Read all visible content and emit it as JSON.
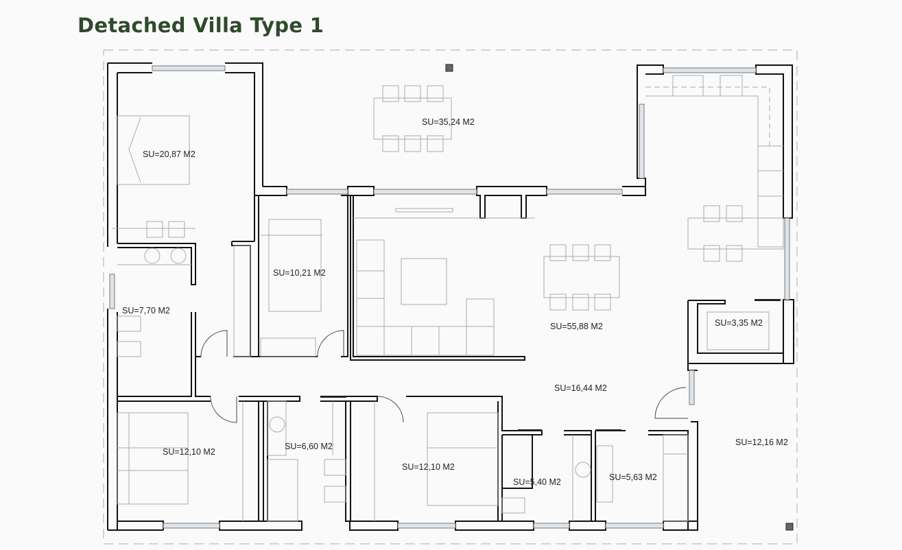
{
  "header": {
    "title": "Detached Villa Type 1"
  },
  "floor_plan": {
    "unit": "M2",
    "rooms": [
      {
        "id": "master-bedroom",
        "label": "SU=20,87 M2",
        "area": 20.87
      },
      {
        "id": "terrace",
        "label": "SU=35,24 M2",
        "area": 35.24
      },
      {
        "id": "bedroom-small",
        "label": "SU=10,21 M2",
        "area": 10.21
      },
      {
        "id": "ensuite-bath",
        "label": "SU=7,70 M2",
        "area": 7.7
      },
      {
        "id": "living-dining-kitchen",
        "label": "SU=55,88 M2",
        "area": 55.88
      },
      {
        "id": "pantry",
        "label": "SU=3,35 M2",
        "area": 3.35
      },
      {
        "id": "hallway",
        "label": "SU=16,44 M2",
        "area": 16.44
      },
      {
        "id": "bedroom-left",
        "label": "SU=12,10 M2",
        "area": 12.1
      },
      {
        "id": "bathroom-1",
        "label": "SU=6,60 M2",
        "area": 6.6
      },
      {
        "id": "bedroom-center",
        "label": "SU=12,10 M2",
        "area": 12.1
      },
      {
        "id": "laundry",
        "label": "SU=5,40 M2",
        "area": 5.4
      },
      {
        "id": "bathroom-2",
        "label": "SU=5,63 M2",
        "area": 5.63
      },
      {
        "id": "porch",
        "label": "SU=12,16 M2",
        "area": 12.16
      }
    ]
  }
}
